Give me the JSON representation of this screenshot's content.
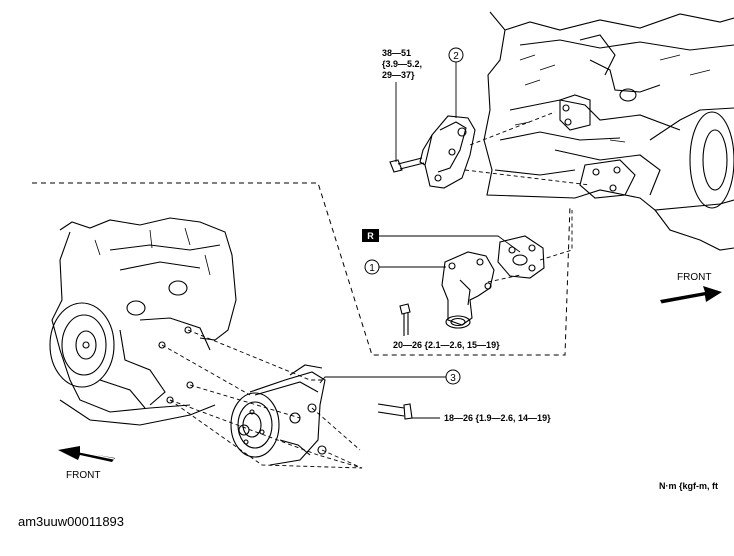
{
  "figure_id": "am3uuw00011893",
  "units": "N·m {kgf-m, ft",
  "torques": {
    "t1_line1": "38—51",
    "t1_line2": "{3.9—5.2,",
    "t1_line3": "29—37}",
    "t2": "20—26 {2.1—2.6, 15—19}",
    "t3": "18—26 {1.9—2.6, 14—19}"
  },
  "callouts": {
    "c1": "1",
    "c2": "2",
    "c3": "3",
    "replace": "R"
  },
  "front_labels": {
    "upper_right": "FRONT",
    "lower_left": "FRONT"
  }
}
